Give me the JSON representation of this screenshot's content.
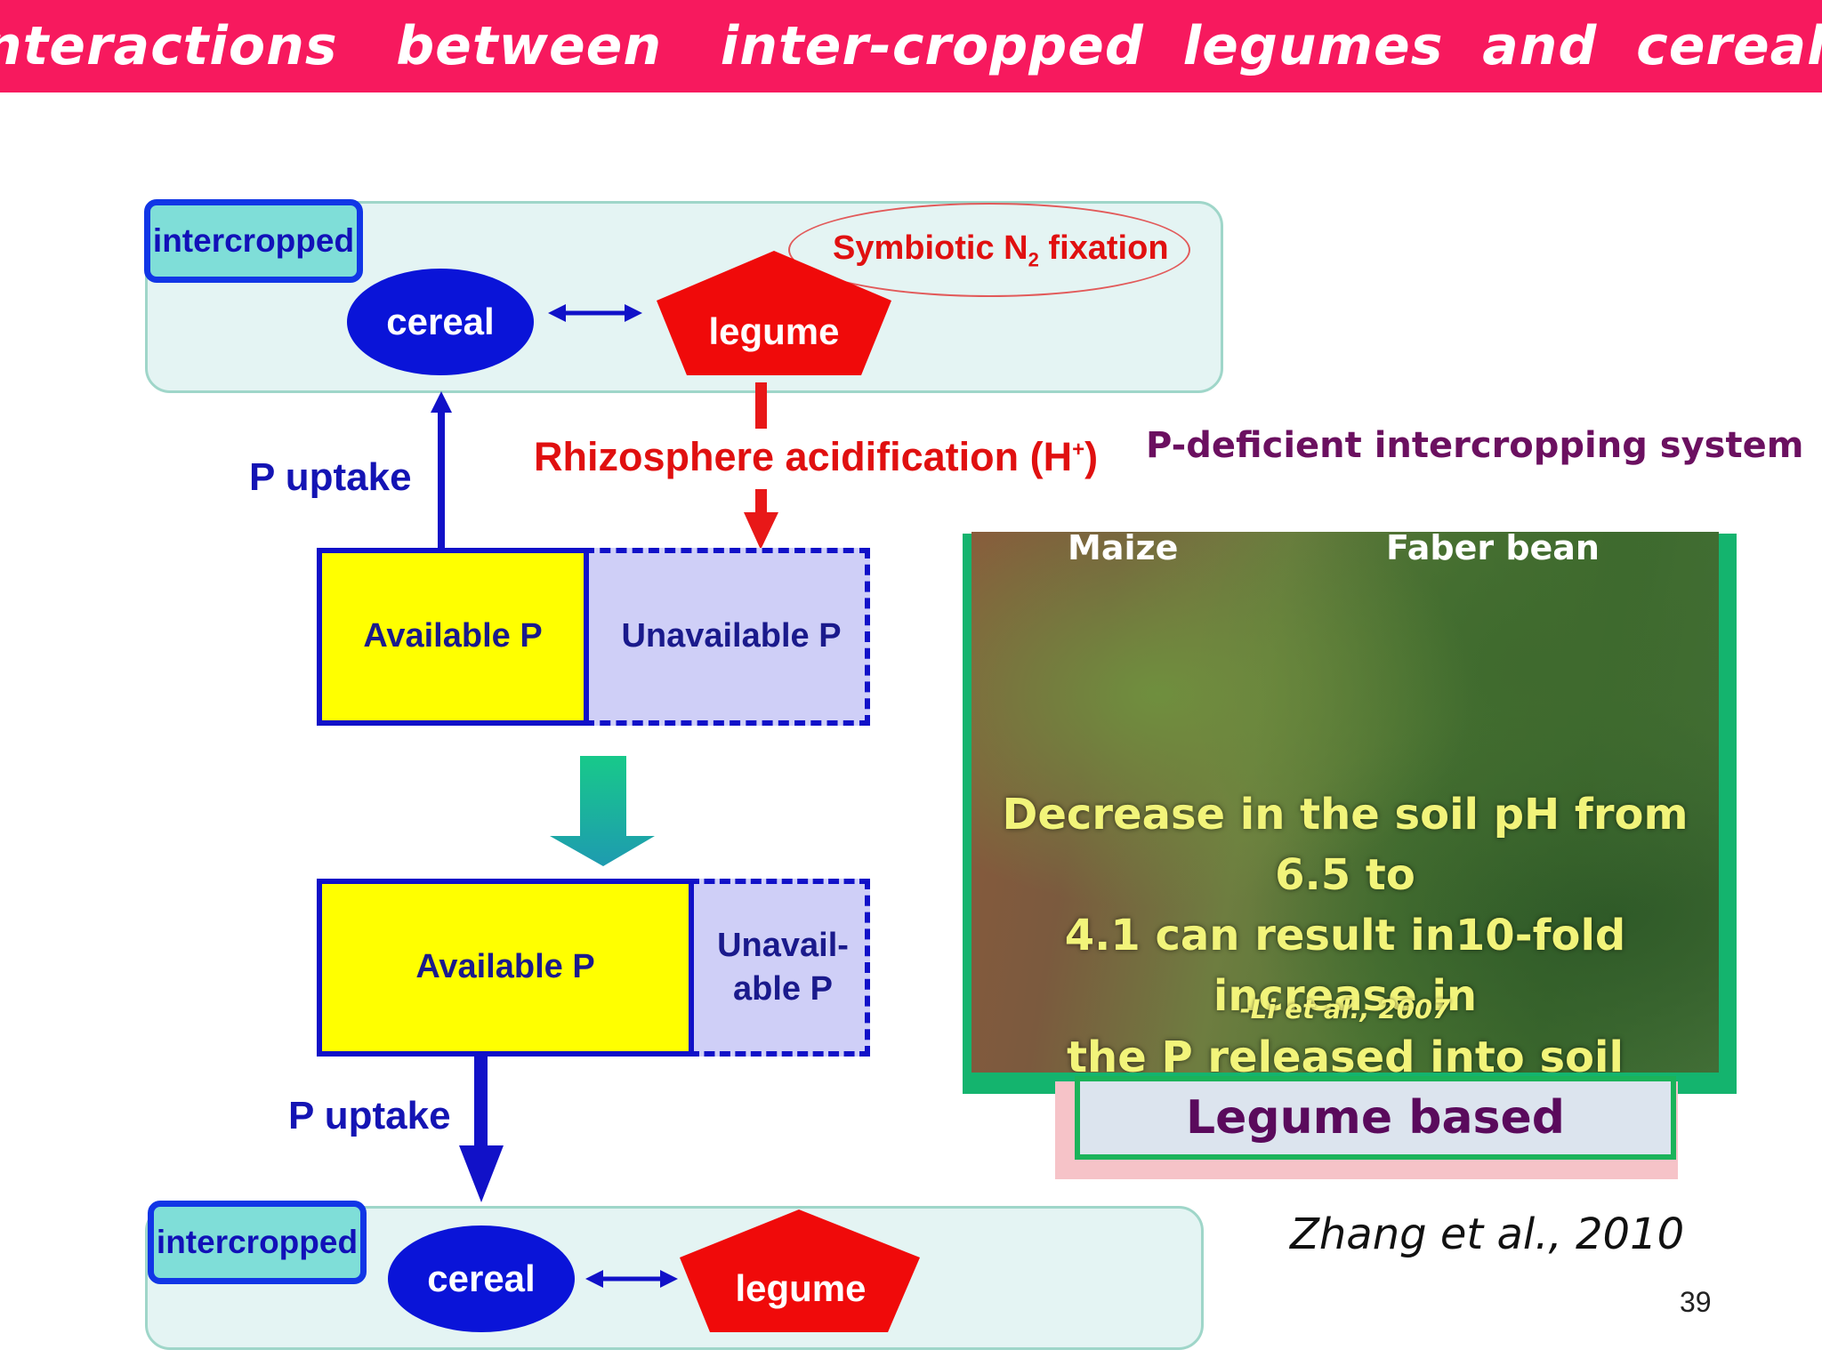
{
  "title": "Interactions   between   inter-cropped  legumes  and  cereals",
  "top_panel": {
    "tag": "intercropped",
    "cereal": "cereal",
    "legume": "legume",
    "fixation_label": "Symbiotic N",
    "fixation_sub": "2",
    "fixation_rest": " fixation"
  },
  "rhizosphere": {
    "label": "Rhizosphere acidification (H",
    "sup": "+",
    "close": ")"
  },
  "p_uptake_top": "P uptake",
  "upper_boxes": {
    "available": "Available P",
    "unavailable": "Unavailable P"
  },
  "lower_boxes": {
    "available": "Available P",
    "unavailable_line1": "Unavail-",
    "unavailable_line2": "able P"
  },
  "p_uptake_bottom": "P uptake",
  "bottom_panel": {
    "tag": "intercropped",
    "cereal": "cereal",
    "legume": "legume"
  },
  "right": {
    "heading": "P-deficient intercropping system",
    "photo_label_left": "Maize",
    "photo_label_right": "Faber bean",
    "photo_text_1": "Decrease in the soil pH from 6.5 to",
    "photo_text_2": "4.1 can result in10-fold increase in",
    "photo_text_3": "the P released into soil solution",
    "photo_citation": "-Li et al., 2007",
    "caption": "Legume based",
    "reference": "Zhang et al., 2010"
  },
  "page_number": "39",
  "colors": {
    "title_bar": "#f7195e",
    "panel": "#e4f4f3",
    "oval": "#0a14d8",
    "legume": "#f00a0a",
    "arrow_blue": "#1111c8",
    "arrow_red": "#e81818",
    "available": "#ffff00",
    "unavailable": "#cfcff7",
    "teal_arrow": "#16c08e",
    "heading_purple": "#6b1060"
  }
}
